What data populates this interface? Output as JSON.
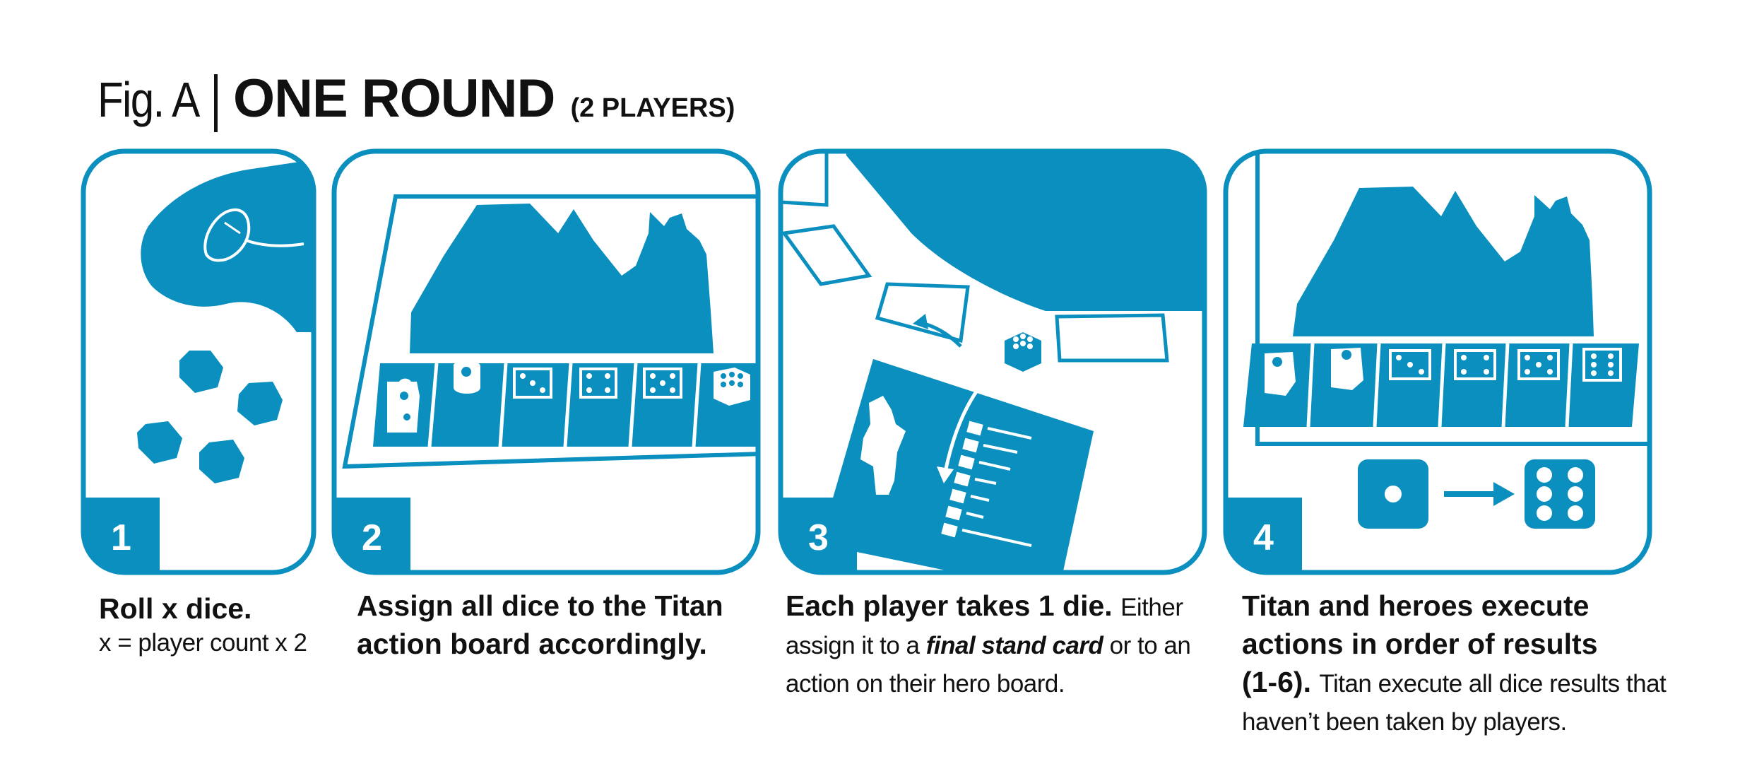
{
  "title": {
    "fig": "Fig. A",
    "main": "ONE ROUND",
    "sub": "(2 PLAYERS)"
  },
  "colors": {
    "accent": "#0a8fbf",
    "text": "#111111",
    "background": "#ffffff"
  },
  "panels": [
    {
      "number": "1",
      "icon": "hand-rolling-dice-icon"
    },
    {
      "number": "2",
      "icon": "titan-action-board-icon"
    },
    {
      "number": "3",
      "icon": "hero-board-and-cards-icon"
    },
    {
      "number": "4",
      "icon": "titan-board-resolve-icon"
    }
  ],
  "captions": {
    "c1": {
      "bold": "Roll x dice.",
      "normal": "x = player count x 2"
    },
    "c2": {
      "bold_line1": "Assign all dice to the Titan",
      "bold_line2": "action board accordingly."
    },
    "c3": {
      "bold": "Each player takes 1 die.",
      "normal_1": "Either",
      "normal_2": "assign it to a",
      "emphasis": "final stand card",
      "normal_3": "or to an",
      "normal_4": "action on their hero board."
    },
    "c4": {
      "bold_line1": "Titan and heroes execute",
      "bold_line2": "actions in order of results",
      "bold_line3": "(1-6).",
      "normal_1": "Titan execute all dice results that",
      "normal_2": "haven’t been taken by players."
    }
  }
}
